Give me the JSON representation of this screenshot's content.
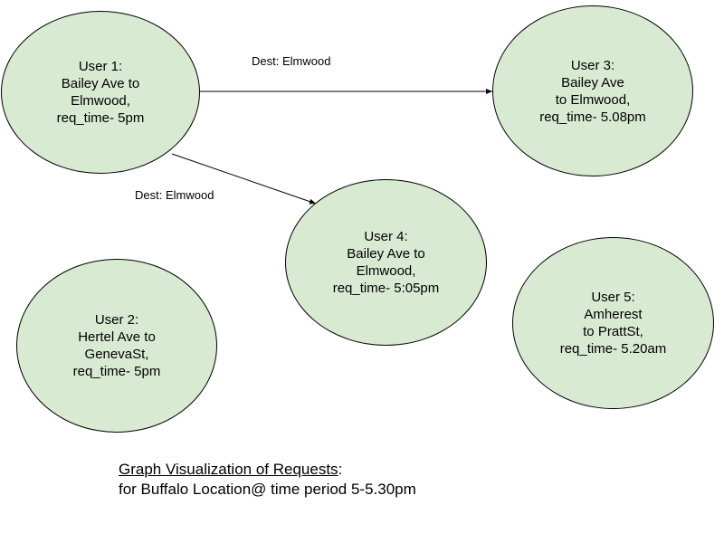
{
  "colors": {
    "node_fill": "#d9ead3",
    "node_stroke": "#000000",
    "edge": "#000000"
  },
  "nodes": [
    {
      "id": "user-1",
      "lines": [
        "User 1:",
        "Bailey Ave to",
        "Elmwood,",
        "req_time- 5pm"
      ]
    },
    {
      "id": "user-2",
      "lines": [
        "User 2:",
        "Hertel Ave to",
        "GenevaSt,",
        "req_time- 5pm"
      ]
    },
    {
      "id": "user-3",
      "lines": [
        "User 3:",
        "Bailey Ave",
        "to Elmwood,",
        "req_time- 5.08pm"
      ]
    },
    {
      "id": "user-4",
      "lines": [
        "User 4:",
        "Bailey Ave to",
        "Elmwood,",
        "req_time- 5:05pm"
      ]
    },
    {
      "id": "user-5",
      "lines": [
        "User 5:",
        "Amherest",
        "to PrattSt,",
        "req_time- 5.20am"
      ]
    }
  ],
  "edges": [
    {
      "from": "user-1",
      "to": "user-3",
      "label": "Dest: Elmwood"
    },
    {
      "from": "user-1",
      "to": "user-4",
      "label": "Dest: Elmwood"
    }
  ],
  "caption": {
    "title": "Graph Visualization of Requests",
    "title_suffix": ":",
    "subtitle": "for Buffalo Location@ time period 5-5.30pm"
  }
}
